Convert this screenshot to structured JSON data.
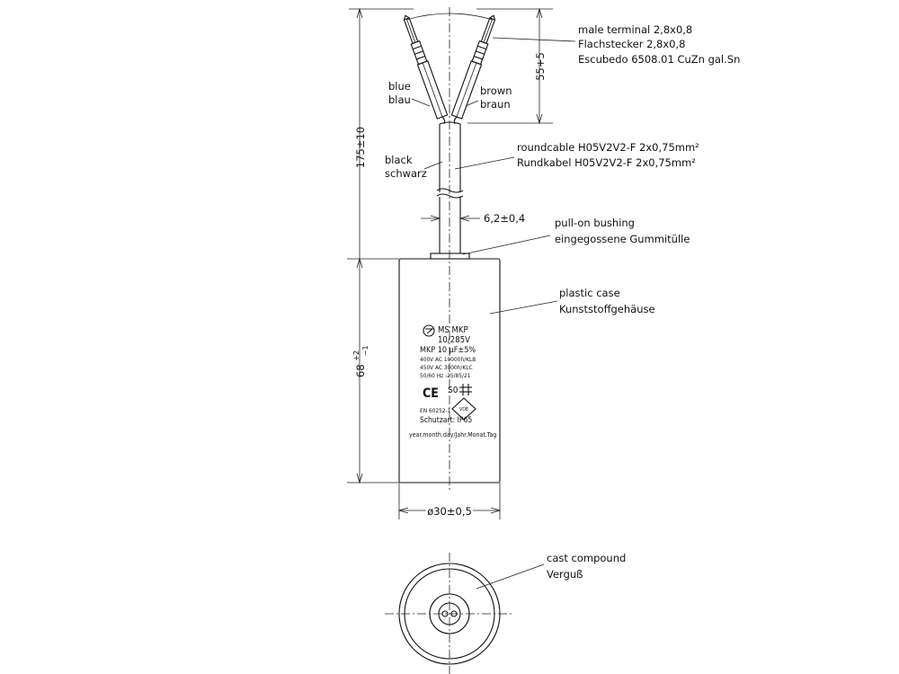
{
  "terminal": {
    "line1": "male terminal 2,8x0,8",
    "line2": "Flachstecker 2,8x0,8",
    "line3": "Escubedo 6508.01 CuZn gal.Sn"
  },
  "wire_blue": {
    "en": "blue",
    "de": "blau"
  },
  "wire_brown": {
    "en": "brown",
    "de": "braun"
  },
  "cable_color": {
    "en": "black",
    "de": "schwarz"
  },
  "cable": {
    "en": "roundcable H05V2V2-F 2x0,75mm²",
    "de": "Rundkabel H05V2V2-F 2x0,75mm²"
  },
  "bushing": {
    "en": "pull-on bushing",
    "de": "eingegossene Gummitülle"
  },
  "case": {
    "en": "plastic case",
    "de": "Kunststoffgehäuse"
  },
  "compound": {
    "en": "cast compound",
    "de": "Verguß"
  },
  "dimensions": {
    "strip": "55+5",
    "total": "175±10",
    "cable_dia": "6,2±0,4",
    "height_base": "68",
    "height_tol_upper": "+2",
    "height_tol_lower": "−1",
    "diameter": "ø30±0,5"
  },
  "label_marking": {
    "line1": "MS MKP",
    "line2": "10/285V",
    "line3": "MKP 10 µF±5%",
    "line4": "400V AC 10000h/KLB",
    "line5": "450V AC 3000h/KLC",
    "line6": "50/60 Hz -25/85/21",
    "ce": "CE",
    "s0": "S0",
    "vde": "VDE",
    "standard": "EN 60252-1",
    "protection": "Schutzart: IP65",
    "date": "year.month.day/Jahr.Monat.Tag"
  }
}
